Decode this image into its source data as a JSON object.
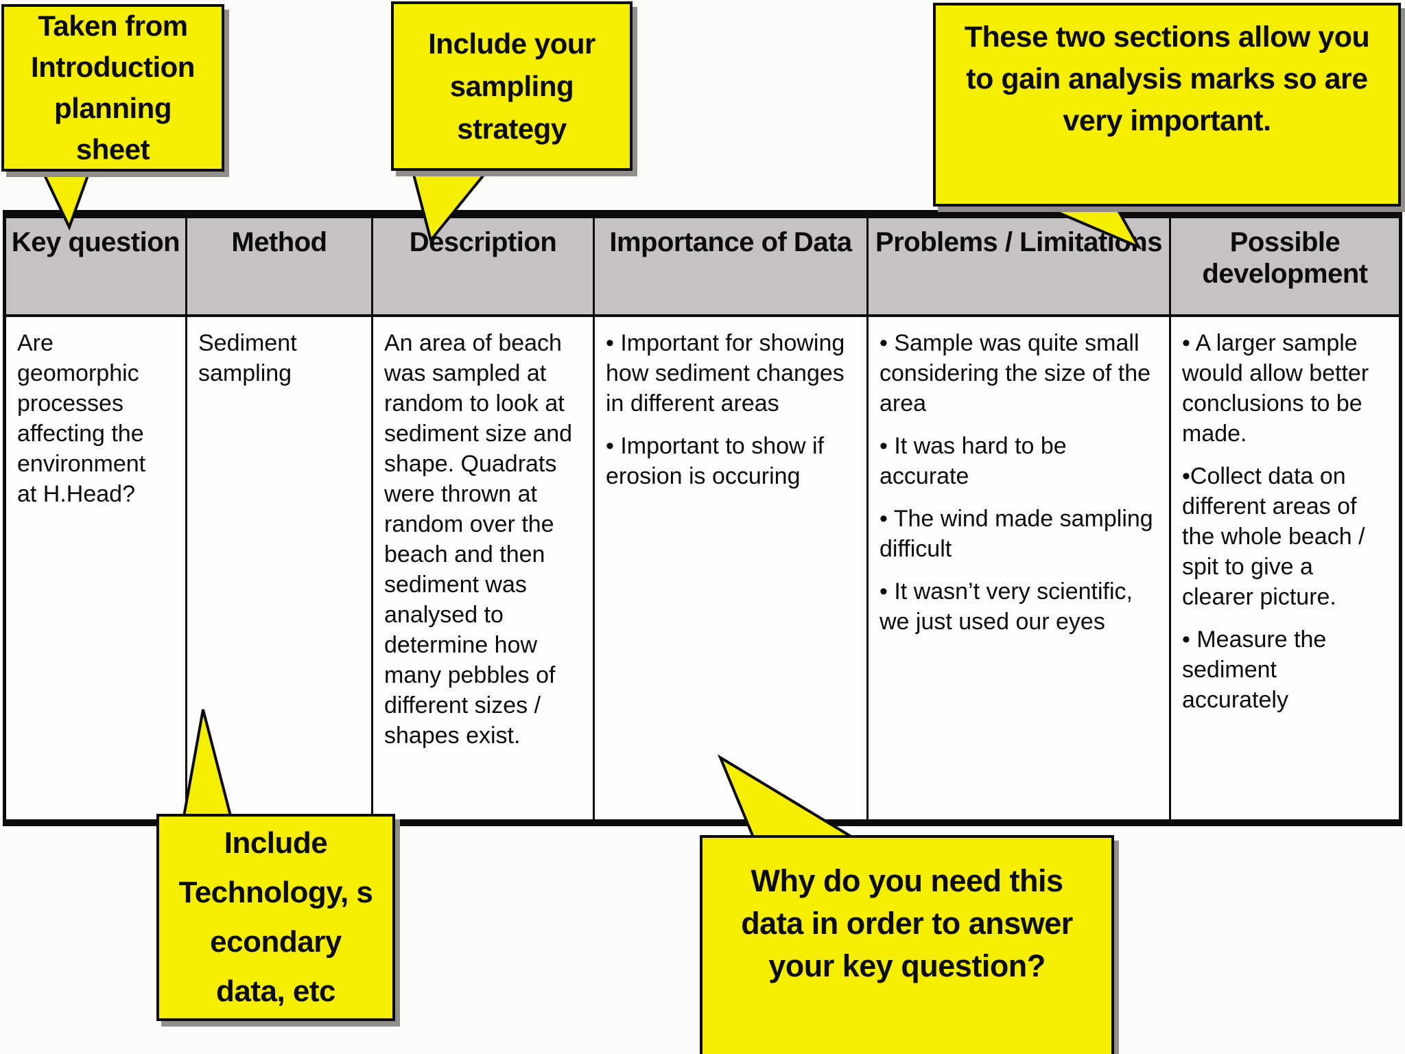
{
  "colors": {
    "highlight_yellow": "#f6ee00",
    "header_gray": "#c6c1c5",
    "border_black": "#0b0b0b"
  },
  "callouts": {
    "taken_from": "Taken from\nIntroduction\nplanning\nsheet",
    "sampling_strategy": "Include your\nsampling\nstrategy",
    "analysis_marks": "These two sections allow you\nto gain analysis marks so are\nvery important.",
    "technology": "Include\nTechnology, s\necondary\ndata, etc",
    "why_data": "Why do you need this\ndata in order to answer\nyour key question?"
  },
  "table": {
    "headers": [
      "Key question",
      "Method",
      "Description",
      "Importance of Data",
      "Problems / Limitations",
      "Possible development"
    ],
    "row": {
      "key_question": "Are geomorphic processes affecting the environment at H.Head?",
      "method": "Sediment sampling",
      "description": "An area of beach was sampled at random to look at sediment size and shape. Quadrats were thrown at random over the beach and then sediment was analysed to determine how many pebbles of different sizes / shapes exist.",
      "importance_of_data": [
        "• Important for showing how sediment changes in different areas",
        "• Important to show if erosion is occuring"
      ],
      "problems_limitations": [
        "• Sample was quite small considering the size of the area",
        "• It was hard to be accurate",
        "• The wind made sampling difficult",
        "• It wasn’t very scientific, we just used our eyes"
      ],
      "possible_development": [
        "• A larger sample would allow better conclusions to be made.",
        "•Collect data on different areas of the whole beach / spit to give a clearer picture.",
        "• Measure the sediment accurately"
      ]
    }
  }
}
